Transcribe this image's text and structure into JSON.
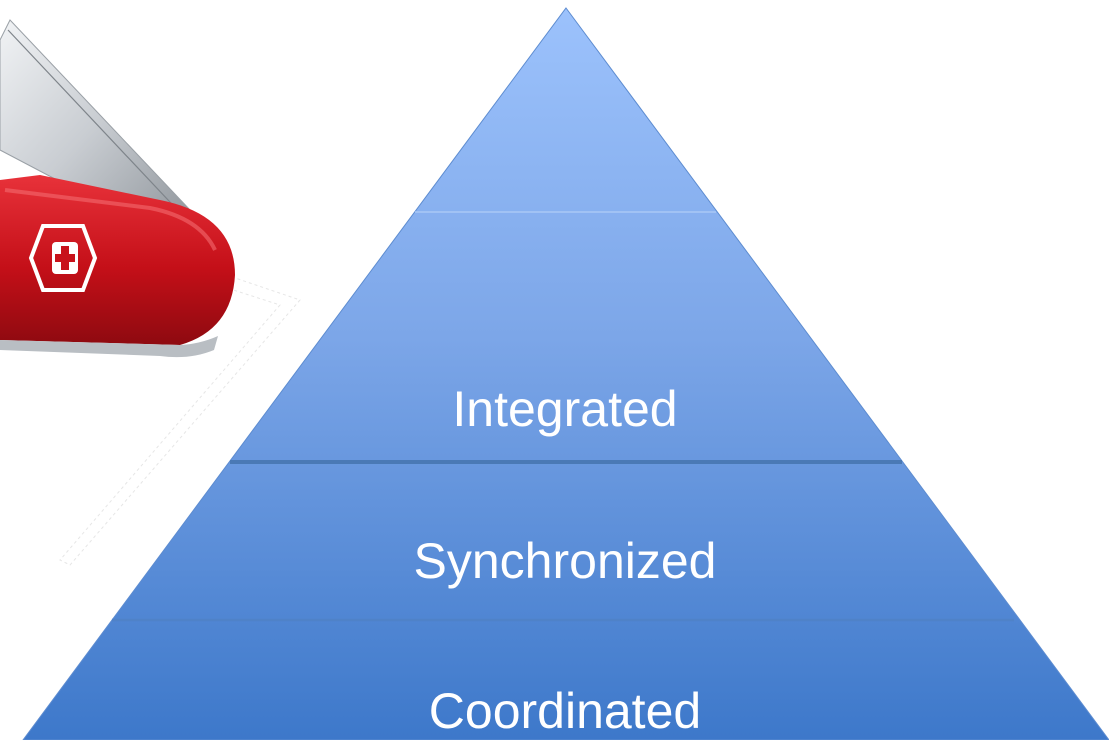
{
  "diagram": {
    "type": "pyramid",
    "tiers": [
      {
        "label": "Integrated"
      },
      {
        "label": "Synchronized"
      },
      {
        "label": "Coordinated"
      }
    ]
  },
  "colors": {
    "pyramid_top": "#9ABFFB",
    "pyramid_bottom": "#3E7ACB",
    "divider": "#4A79B5",
    "knife_red": "#C8121B",
    "knife_blade": "#D6D9DC"
  },
  "decorations": {
    "knife_icon": "swiss-army-knife-icon"
  }
}
